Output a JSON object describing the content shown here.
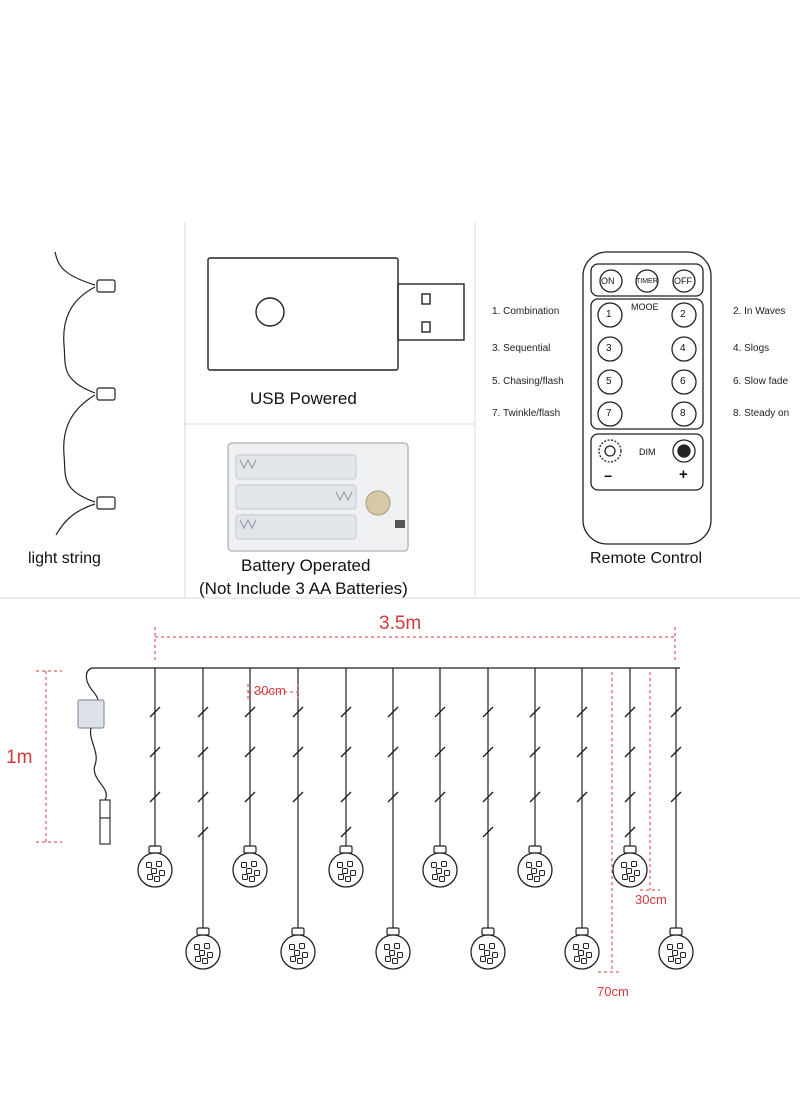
{
  "panels": {
    "light_string": "light string",
    "usb": "USB Powered",
    "battery_line1": "Battery Operated",
    "battery_line2": "(Not Include 3 AA Batteries)",
    "remote": "Remote Control"
  },
  "remote": {
    "on": "ON",
    "timer": "TIMER",
    "off": "OFF",
    "mode_label": "MOOE",
    "dim_label": "DIM",
    "minus": "−",
    "plus": "+",
    "keys": [
      "1",
      "2",
      "3",
      "4",
      "5",
      "6",
      "7",
      "8"
    ]
  },
  "modes": {
    "left": [
      "1.  Combination",
      "3.  Sequential",
      "5.  Chasing/flash",
      "7.  Twinkle/flash"
    ],
    "right": [
      "2.  In Waves",
      "4.  Slogs",
      "6.  Slow fade",
      "8.  Steady on"
    ]
  },
  "dimensions": {
    "width": "3.5m",
    "height": "1m",
    "spacing": "30cm",
    "short_drop": "30cm",
    "long_drop": "70cm"
  },
  "colors": {
    "line": "#222222",
    "dim": "#d23a3a",
    "divider": "#d9d9d9"
  }
}
